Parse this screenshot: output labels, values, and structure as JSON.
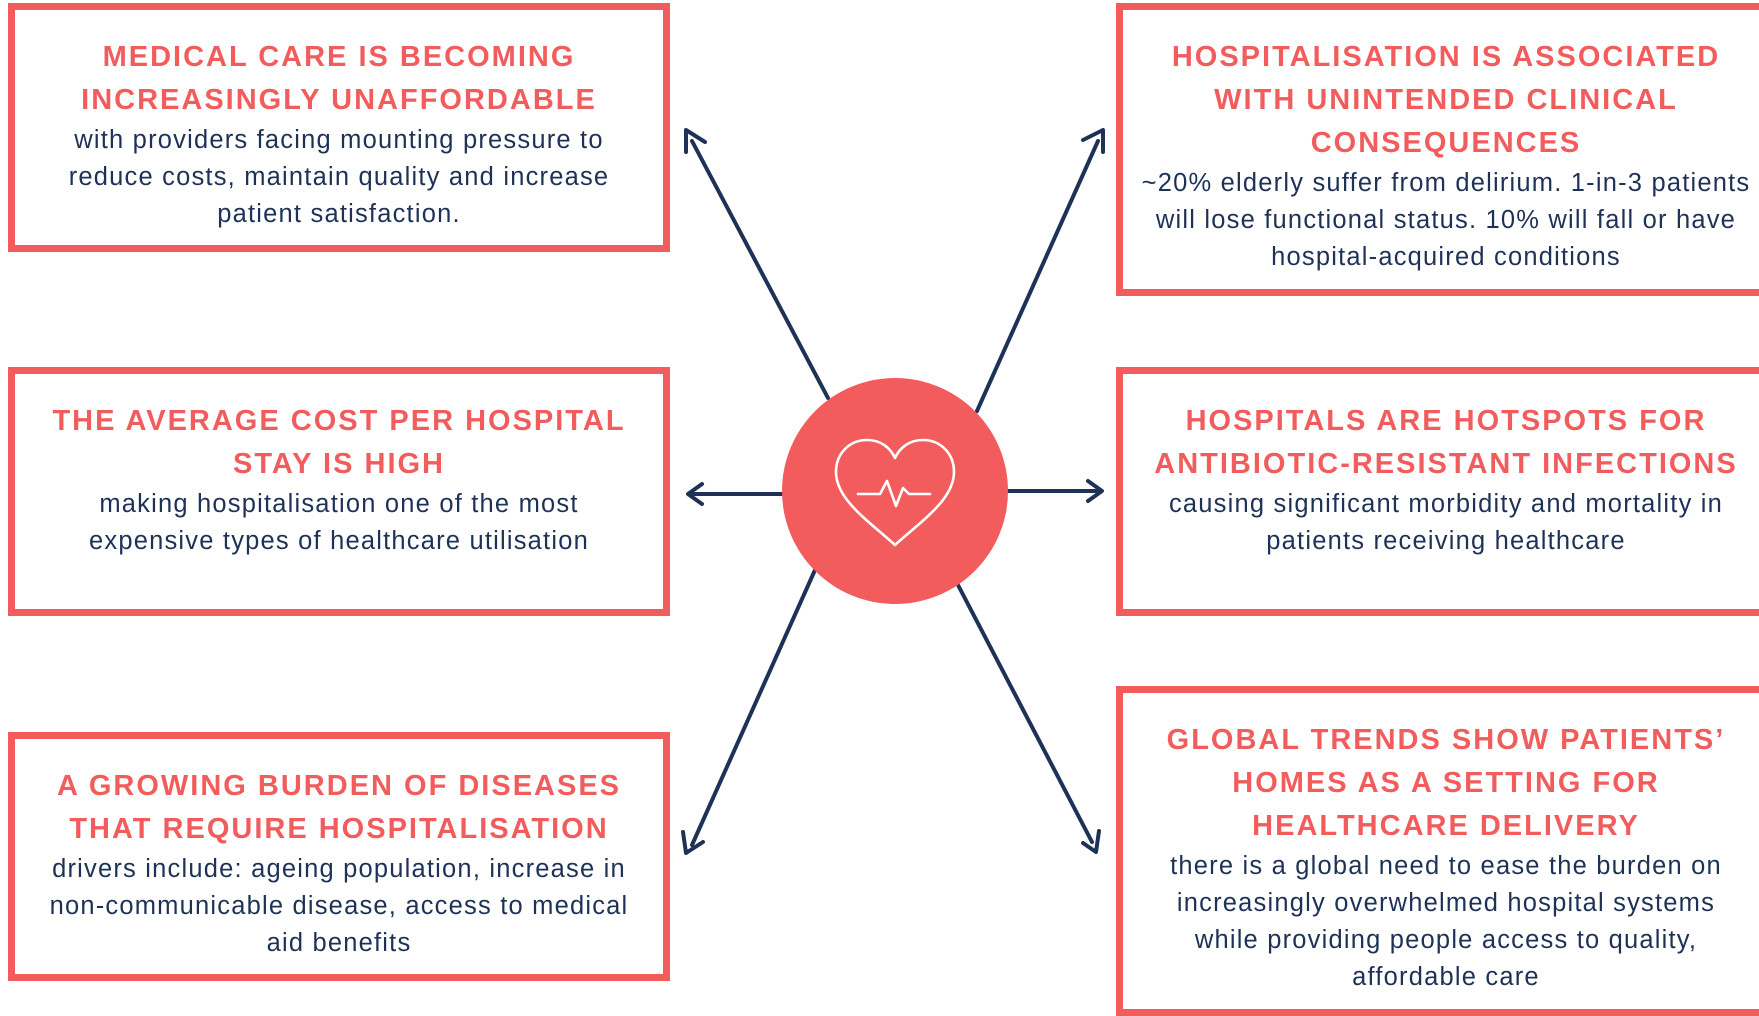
{
  "colors": {
    "accent": "#f25c5c",
    "text": "#1e3257",
    "arrow": "#1e3257"
  },
  "center": {
    "icon": "heart-pulse-icon"
  },
  "cards": {
    "top_left": {
      "title": "MEDICAL CARE IS  BECOMING INCREASINGLY UNAFFORDABLE",
      "body": "with providers facing mounting pressure to reduce costs, maintain quality and increase patient satisfaction."
    },
    "middle_left": {
      "title": "THE AVERAGE COST PER HOSPITAL STAY IS HIGH",
      "body": "making hospitalisation one of the most expensive types of healthcare utilisation"
    },
    "bottom_left": {
      "title": "A GROWING BURDEN OF DISEASES THAT REQUIRE HOSPITALISATION",
      "body": "drivers include: ageing population, increase in non-communicable disease, access to medical aid benefits"
    },
    "top_right": {
      "title": "HOSPITALISATION IS ASSOCIATED WITH UNINTENDED CLINICAL CONSEQUENCES",
      "body": "~20% elderly suffer from delirium. 1-in-3 patients will lose functional status. 10% will fall or have hospital-acquired conditions"
    },
    "middle_right": {
      "title": "HOSPITALS ARE HOTSPOTS FOR ANTIBIOTIC-RESISTANT INFECTIONS",
      "body": "causing significant morbidity and mortality in patients receiving healthcare"
    },
    "bottom_right": {
      "title": "GLOBAL TRENDS SHOW PATIENTS’ HOMES AS A SETTING FOR HEALTHCARE DELIVERY",
      "body": "there is a global need to ease the burden on increasingly overwhelmed hospital systems while providing people access to quality, affordable care"
    }
  }
}
